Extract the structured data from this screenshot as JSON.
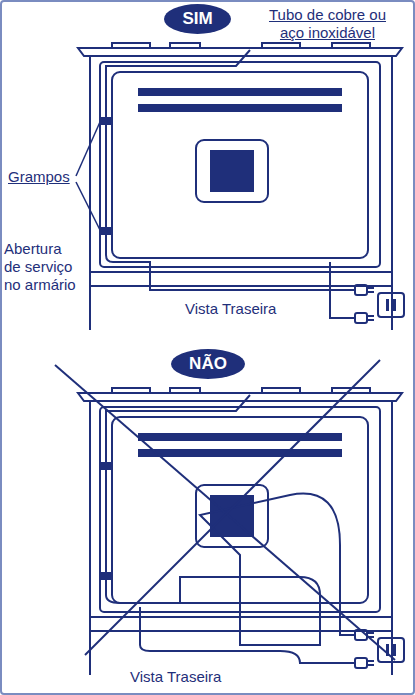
{
  "diagram": {
    "nodes": [
      {
        "text": [
          "SIM"
        ]
      },
      {
        "text": [
          "NÃO"
        ]
      }
    ],
    "labels": [
      "Tubo de cobre ou aço inoxidável",
      "Grampos",
      "Abertura de serviço no armário",
      "Vista Traseira",
      "Vista Traseira"
    ]
  }
}
